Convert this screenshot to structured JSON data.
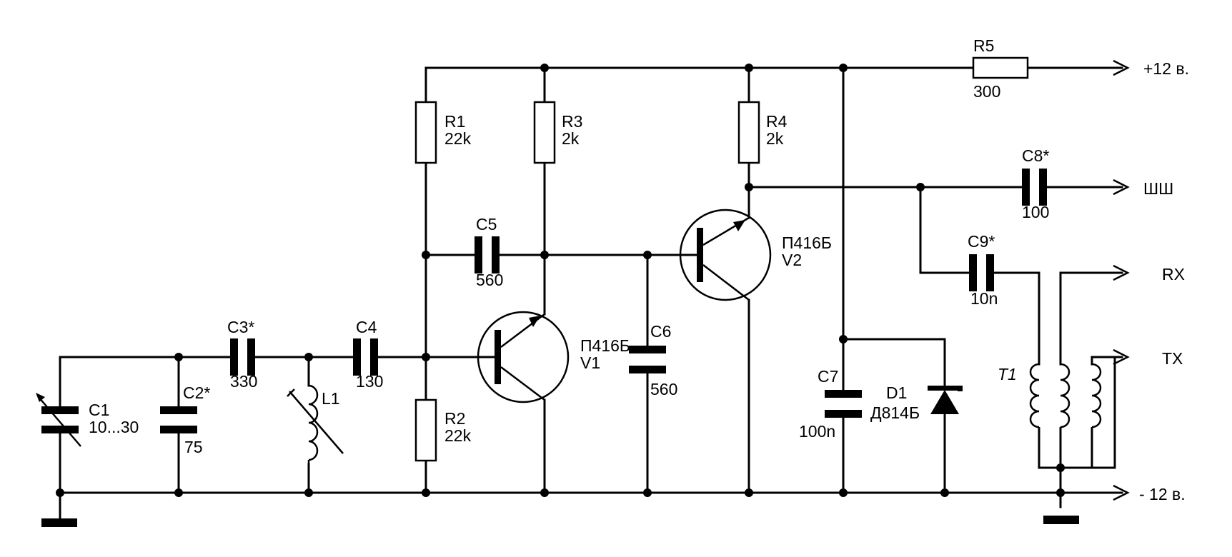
{
  "components": {
    "C1": {
      "ref": "C1",
      "value": "10...30"
    },
    "C2": {
      "ref": "C2*",
      "value": "75"
    },
    "C3": {
      "ref": "C3*",
      "value": "330"
    },
    "C4": {
      "ref": "C4",
      "value": "130"
    },
    "C5": {
      "ref": "C5",
      "value": "560"
    },
    "C6": {
      "ref": "C6",
      "value": "560"
    },
    "C7": {
      "ref": "C7",
      "value": "100n"
    },
    "C8": {
      "ref": "C8*",
      "value": "100"
    },
    "C9": {
      "ref": "C9*",
      "value": "10n"
    },
    "L1": {
      "ref": "L1"
    },
    "R1": {
      "ref": "R1",
      "value": "22k"
    },
    "R2": {
      "ref": "R2",
      "value": "22k"
    },
    "R3": {
      "ref": "R3",
      "value": "2k"
    },
    "R4": {
      "ref": "R4",
      "value": "2k"
    },
    "R5": {
      "ref": "R5",
      "value": "300"
    },
    "V1": {
      "ref": "V1",
      "type": "П416Б"
    },
    "V2": {
      "ref": "V2",
      "type": "П416Б"
    },
    "D1": {
      "ref": "D1",
      "type": "Д814Б"
    },
    "T1": {
      "ref": "T1"
    }
  },
  "ports": {
    "plus12": "+12 в.",
    "minus12": "- 12 в.",
    "sh": "ШШ",
    "rx": "RX",
    "tx": "TX"
  }
}
